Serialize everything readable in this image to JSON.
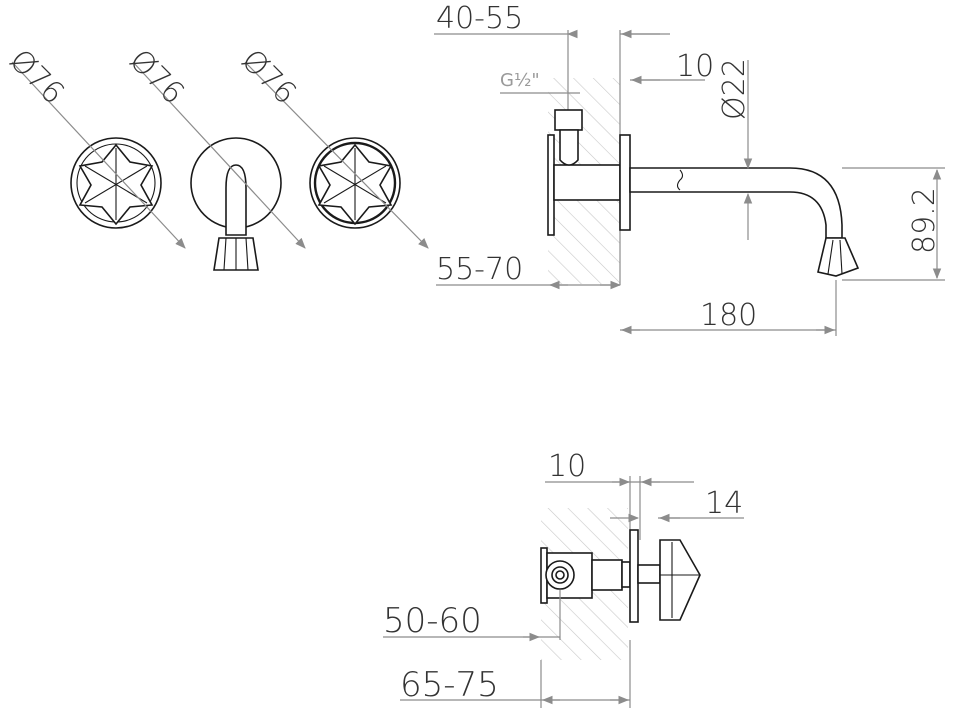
{
  "front_views": {
    "handle_left_dim": "Ø76",
    "spout_dim": "Ø76",
    "handle_right_dim": "Ø76"
  },
  "side_view_spout": {
    "wall_depth_top": "40-55",
    "thread": "G½\"",
    "flange": "10",
    "spout_diameter": "Ø22",
    "wall_depth_bottom": "55-70",
    "spout_projection": "180",
    "spout_drop": "89.2"
  },
  "side_view_valve": {
    "flange": "10",
    "handle_offset": "14",
    "wall_depth_inner": "50-60",
    "wall_depth_outer": "65-75"
  }
}
